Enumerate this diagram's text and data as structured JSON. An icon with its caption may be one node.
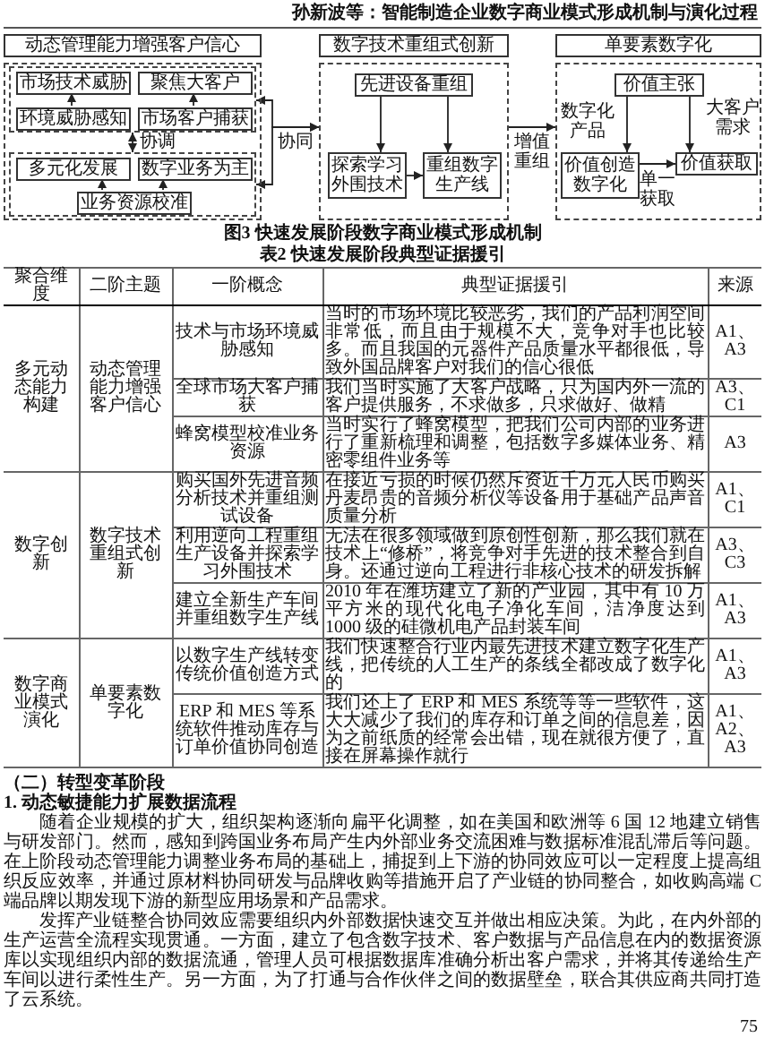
{
  "diagram": {
    "caption": "图3 快速发展阶段数字商业模式形成机制",
    "nodes": [
      {
        "text": [
          "动态管理能力增强客户信心"
        ]
      },
      {
        "text": [],
        "shape": "box",
        "in": 0
      },
      {
        "text": [
          "市场技术威胁"
        ],
        "in": 1
      },
      {
        "text": [
          "聚焦大客户"
        ],
        "in": 1
      },
      {
        "text": [
          "环境威胁感知"
        ],
        "in": 1
      },
      {
        "text": [
          "市场客户捕获"
        ],
        "in": 1
      },
      {
        "text": [],
        "shape": "box",
        "in": 0
      },
      {
        "text": [
          "多元化发展"
        ],
        "in": 6
      },
      {
        "text": [
          "数字业务为主"
        ],
        "in": 6
      },
      {
        "text": [
          "业务资源校准"
        ],
        "in": 6
      },
      {
        "text": [
          "数字技术重组式创新"
        ]
      },
      {
        "text": [
          "先进设备重组"
        ],
        "in": 10
      },
      {
        "text": [
          "探索学习外围技术"
        ],
        "in": 10
      },
      {
        "text": [
          "重组数字生产线"
        ],
        "in": 10
      },
      {
        "text": [
          "单要素数字化"
        ]
      },
      {
        "text": [
          "价值主张"
        ],
        "in": 14
      },
      {
        "text": [
          "价值创造数字化"
        ],
        "in": 14
      },
      {
        "text": [
          "价值获取"
        ],
        "in": 14
      }
    ],
    "edges": [
      {
        "from": 4,
        "to": 2,
        "arrow": "to"
      },
      {
        "from": 5,
        "to": 3,
        "arrow": "to"
      },
      {
        "from": 6,
        "to": 1,
        "arrow": "both",
        "label": "协调"
      },
      {
        "from": 9,
        "to": 7,
        "arrow": "to"
      },
      {
        "from": 9,
        "to": 8,
        "arrow": "to"
      },
      {
        "from": 1,
        "to": 10,
        "arrow": "both",
        "label": "协同"
      },
      {
        "from": 6,
        "to": 10,
        "arrow": "both"
      },
      {
        "from": 11,
        "to": 12,
        "arrow": "to"
      },
      {
        "from": 11,
        "to": 13,
        "arrow": "to"
      },
      {
        "from": 12,
        "to": 13,
        "arrow": "to"
      },
      {
        "from": 10,
        "to": 14,
        "arrow": "to",
        "label": "增值重组"
      },
      {
        "from": 15,
        "to": 16,
        "arrow": "to",
        "label": "数字化产品"
      },
      {
        "from": 15,
        "to": 17,
        "arrow": "to",
        "label": "大客户需求"
      },
      {
        "from": 16,
        "to": 17,
        "arrow": "to",
        "label": "单一获取"
      }
    ],
    "labels": [
      "孙新波等：智能制造企业数字商业模式形成机制与演化过程",
      "表2 快速发展阶段典型证据援引",
      "聚合维度",
      "二阶主题",
      "一阶概念",
      "典型证据援引",
      "来源",
      "多元动态能力构建",
      "动态管理能力增强客户信心",
      "技术与市场环境威胁感知",
      "当时的市场环境比较恶劣，我们的产品利润空间非常低，而且由于规模不大，竞争对手也比较多。而且我国的元器件产品质量水平都很低，导致外国品牌客户对我们的信心很低",
      "A1、A3",
      "全球市场大客户捕获",
      "我们当时实施了大客户战略，只为国内外一流的客户提供服务，不求做多，只求做好、做精",
      "A3、C1",
      "蜂窝模型校准业务资源",
      "当时实行了蜂窝模型，把我们公司内部的业务进行了重新梳理和调整，包括数字多媒体业务、精密零组件业务等",
      "A3",
      "数字创新",
      "数字技术重组式创新",
      "购买国外先进音频分析技术并重组测试设备",
      "在接近亏损的时候仍然斥资近千万元人民币购买丹麦昂贵的音频分析仪等设备用于基础产品声音质量分析",
      "A1、C1",
      "利用逆向工程重组生产设备并探索学习外围技术",
      "无法在很多领域做到原创性创新，那么我们就在技术上“修桥”，将竞争对手先进的技术整合到自身。还通过逆向工程进行非核心技术的研发拆解",
      "A3、C3",
      "建立全新生产车间并重组数字生产线",
      "2010 年在潍坊建立了新的产业园，其中有 10 万平方米的现代化电子净化车间，洁净度达到 1000 级的硅微机电产品封装车间",
      "A1、A3",
      "数字商业模式演化",
      "单要素数字化",
      "以数字生产线转变传统价值创造方式",
      "我们快速整合行业内最先进技术建立数字化生产线，把传统的人工生产的条线全都改成了数字化的",
      "A1、A3",
      "ERP 和 MES 等系统软件推动库存与订单价值协同创造",
      "我们还上了 ERP 和 MES 系统等等一些软件，这大大减少了我们的库存和订单之间的信息差，因为之前纸质的经常会出错，现在就很方便了，直接在屏幕操作就行",
      "A1、A2、A3",
      "（二）转型变革阶段",
      "1. 动态敏捷能力扩展数据流程",
      "随着企业规模的扩大，组织架构逐渐向扁平化调整，如在美国和欧洲等 6 国 12 地建立销售与研发部门。然而，感知到跨国业务布局产生内外部业务交流困难与数据标准混乱滞后等问题。在上阶段动态管理能力调整业务布局的基础上，捕捉到上下游的协同效应可以一定程度上提高组织反应效率，并通过原材料协同研发与品牌收购等措施开启了产业链的协同整合，如收购高端 C 端品牌以期发现下游的新型应用场景和产品需求。",
      "发挥产业链整合协同效应需要组织内外部数据快速交互并做出相应决策。为此，在内外部的生产运营全流程实现贯通。一方面，建立了包含数字技术、客户数据与产品信息在内的数据资源库以实现组织内部的数据流通，管理人员可根据数据库准确分析出客户需求，并将其传递给生产车间以进行柔性生产。另一方面，为了打通与合作伙伴之间的数据壁垒，联合其供应商共同打造了云系统。",
      "75"
    ]
  }
}
